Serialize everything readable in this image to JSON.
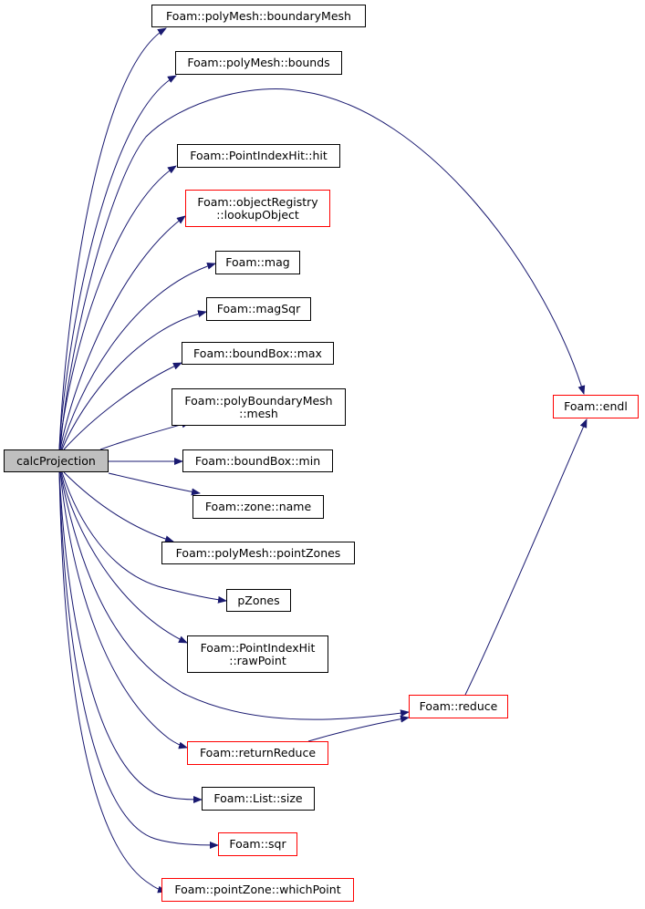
{
  "graph": {
    "edge_color": "#191970",
    "root": {
      "label": "calcProjection",
      "fill": "#bfbfbf"
    },
    "nodes": [
      {
        "id": "boundaryMesh",
        "lines": [
          "Foam::polyMesh::boundaryMesh"
        ],
        "border": "black"
      },
      {
        "id": "bounds",
        "lines": [
          "Foam::polyMesh::bounds"
        ],
        "border": "black"
      },
      {
        "id": "hit",
        "lines": [
          "Foam::PointIndexHit::hit"
        ],
        "border": "black"
      },
      {
        "id": "lookupObject",
        "lines": [
          "Foam::objectRegistry",
          "::lookupObject"
        ],
        "border": "red"
      },
      {
        "id": "mag",
        "lines": [
          "Foam::mag"
        ],
        "border": "black"
      },
      {
        "id": "magSqr",
        "lines": [
          "Foam::magSqr"
        ],
        "border": "black"
      },
      {
        "id": "max",
        "lines": [
          "Foam::boundBox::max"
        ],
        "border": "black"
      },
      {
        "id": "mesh",
        "lines": [
          "Foam::polyBoundaryMesh",
          "::mesh"
        ],
        "border": "black"
      },
      {
        "id": "min",
        "lines": [
          "Foam::boundBox::min"
        ],
        "border": "black"
      },
      {
        "id": "name",
        "lines": [
          "Foam::zone::name"
        ],
        "border": "black"
      },
      {
        "id": "pointZones",
        "lines": [
          "Foam::polyMesh::pointZones"
        ],
        "border": "black"
      },
      {
        "id": "pZones",
        "lines": [
          "pZones"
        ],
        "border": "black"
      },
      {
        "id": "rawPoint",
        "lines": [
          "Foam::PointIndexHit",
          "::rawPoint"
        ],
        "border": "black"
      },
      {
        "id": "reduce",
        "lines": [
          "Foam::reduce"
        ],
        "border": "red"
      },
      {
        "id": "returnReduce",
        "lines": [
          "Foam::returnReduce"
        ],
        "border": "red"
      },
      {
        "id": "size",
        "lines": [
          "Foam::List::size"
        ],
        "border": "black"
      },
      {
        "id": "sqr",
        "lines": [
          "Foam::sqr"
        ],
        "border": "red"
      },
      {
        "id": "whichPoint",
        "lines": [
          "Foam::pointZone::whichPoint"
        ],
        "border": "red"
      },
      {
        "id": "endl",
        "lines": [
          "Foam::endl"
        ],
        "border": "red"
      }
    ],
    "edges": [
      {
        "from": "calcProjection",
        "to": "boundaryMesh"
      },
      {
        "from": "calcProjection",
        "to": "bounds"
      },
      {
        "from": "calcProjection",
        "to": "endl"
      },
      {
        "from": "calcProjection",
        "to": "hit"
      },
      {
        "from": "calcProjection",
        "to": "lookupObject"
      },
      {
        "from": "calcProjection",
        "to": "mag"
      },
      {
        "from": "calcProjection",
        "to": "magSqr"
      },
      {
        "from": "calcProjection",
        "to": "max"
      },
      {
        "from": "calcProjection",
        "to": "mesh"
      },
      {
        "from": "calcProjection",
        "to": "min"
      },
      {
        "from": "calcProjection",
        "to": "name"
      },
      {
        "from": "calcProjection",
        "to": "pointZones"
      },
      {
        "from": "calcProjection",
        "to": "pZones"
      },
      {
        "from": "calcProjection",
        "to": "rawPoint"
      },
      {
        "from": "calcProjection",
        "to": "reduce"
      },
      {
        "from": "calcProjection",
        "to": "returnReduce"
      },
      {
        "from": "calcProjection",
        "to": "size"
      },
      {
        "from": "calcProjection",
        "to": "sqr"
      },
      {
        "from": "calcProjection",
        "to": "whichPoint"
      },
      {
        "from": "returnReduce",
        "to": "reduce"
      },
      {
        "from": "reduce",
        "to": "endl"
      }
    ]
  }
}
